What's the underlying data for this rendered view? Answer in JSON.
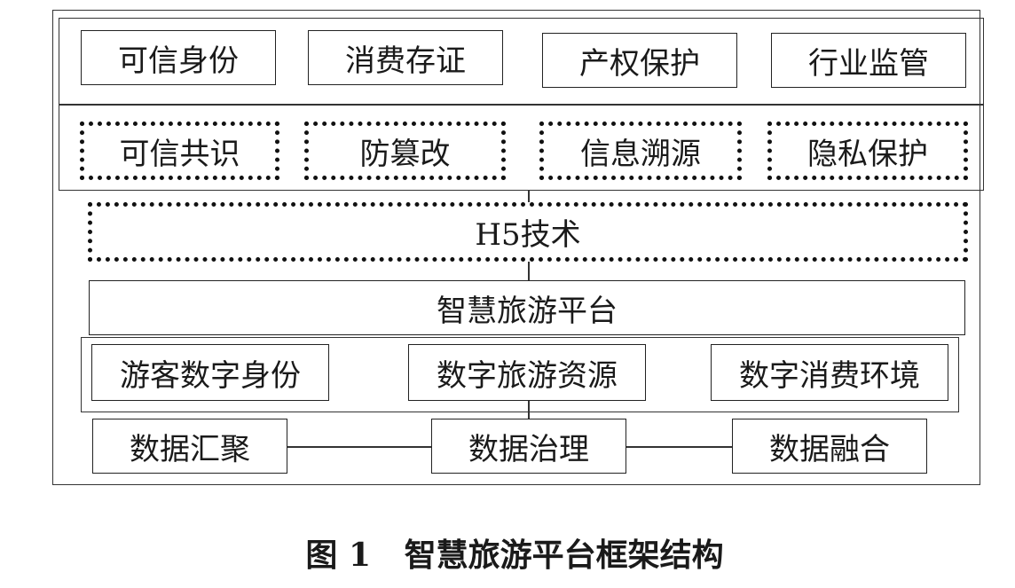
{
  "application_layer": [
    "可信身份",
    "消费存证",
    "产权保护",
    "行业监管"
  ],
  "blockchain_features": [
    "可信共识",
    "防篡改",
    "信息溯源",
    "隐私保护"
  ],
  "h5_layer": "H5技术",
  "platform": "智慧旅游平台",
  "digital_layer": [
    "游客数字身份",
    "数字旅游资源",
    "数字消费环境"
  ],
  "data_layer": [
    "数据汇聚",
    "数据治理",
    "数据融合"
  ],
  "caption": "图 1   智慧旅游平台框架结构"
}
